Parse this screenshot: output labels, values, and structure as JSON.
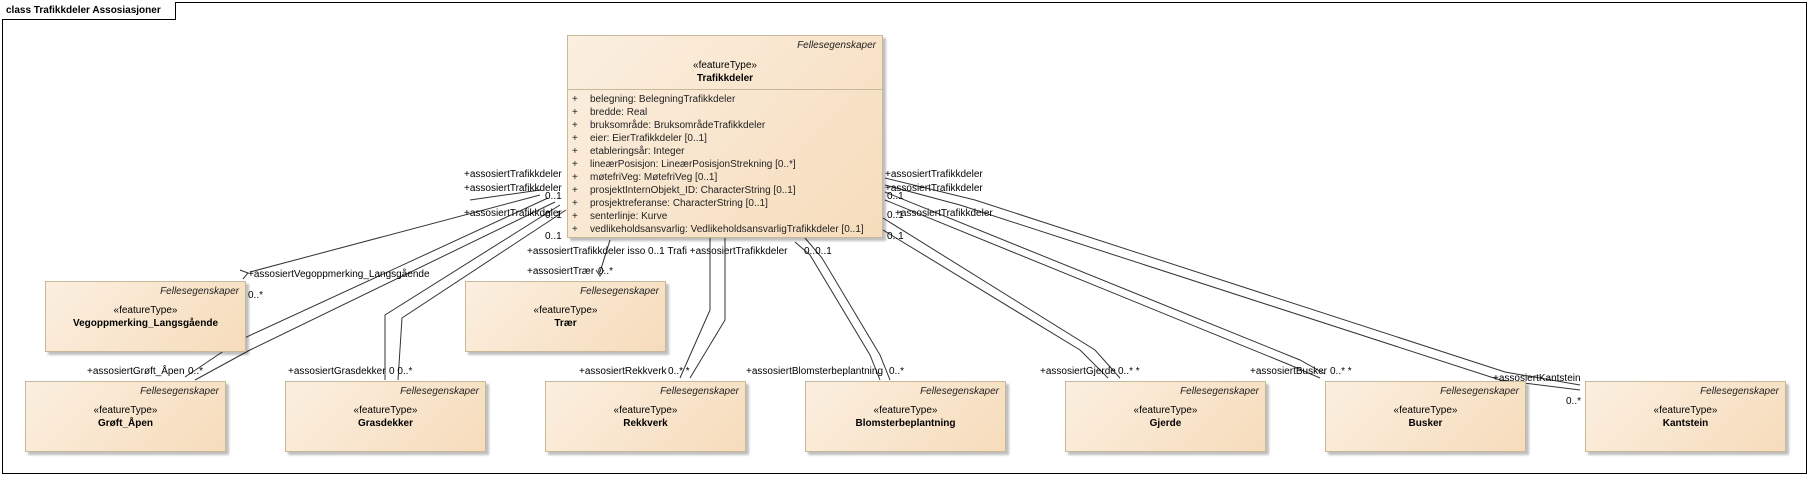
{
  "frame_title": "class Trafikkdeler Assosiasjoner",
  "package_label": "Fellesegenskaper",
  "stereotype": "«featureType»",
  "main_class": {
    "name": "Trafikkdeler",
    "attributes": [
      {
        "vis": "+",
        "text": "belegning: BelegningTrafikkdeler"
      },
      {
        "vis": "+",
        "text": "bredde: Real"
      },
      {
        "vis": "+",
        "text": "bruksområde: BruksområdeTrafikkdeler"
      },
      {
        "vis": "+",
        "text": "eier: EierTrafikkdeler [0..1]"
      },
      {
        "vis": "+",
        "text": "etableringsår: Integer"
      },
      {
        "vis": "+",
        "text": "lineærPosisjon: LineærPosisjonStrekning [0..*]"
      },
      {
        "vis": "+",
        "text": "møtefriVeg: MøtefriVeg [0..1]"
      },
      {
        "vis": "+",
        "text": "prosjektInternObjekt_ID: CharacterString [0..1]"
      },
      {
        "vis": "+",
        "text": "prosjektreferanse: CharacterString [0..1]"
      },
      {
        "vis": "+",
        "text": "senterlinje: Kurve"
      },
      {
        "vis": "+",
        "text": "vedlikeholdsansvarlig: VedlikeholdsansvarligTrafikkdeler [0..1]"
      }
    ]
  },
  "classes": {
    "vegoppmerking": "Vegoppmerking_Langsgående",
    "traer": "Trær",
    "groft": "Grøft_Åpen",
    "gras": "Grasdekker",
    "rekkverk": "Rekkverk",
    "blomster": "Blomsterbeplantning",
    "gjerde": "Gjerde",
    "busker": "Busker",
    "kantstein": "Kantstein"
  },
  "labels": {
    "l1": "+assosiertTrafikkdeler",
    "l2": "+assosiertTrafikkdeler",
    "l3": "+assosiertTrafikkdeler",
    "r1": "+assosiertTrafikkdeler",
    "r2": "+assosiertTrafikkdeler",
    "r3": "+assosiertTrafikkdeler",
    "m0_01": "0..1",
    "m0_01b": "0..1",
    "m0_01c": "0..1",
    "m0_01d": "0..1",
    "m0_01e": "0..1",
    "m0_01f": "0..1",
    "mid_row": "+assosiertTrafikkdeler isso 0..1 Trafi +assosiertTrafikkdeler",
    "mid_01": "0..0..1",
    "vego_role": "+assosiertVegoppmerking_Langsgående",
    "vego_mult": "0..*",
    "traer_role": "+assosiertTrær",
    "traer_mult": "0..*",
    "groft_role": "+assosiertGrøft_Åpen",
    "groft_mult": "0..*",
    "gras_role": "+assosiertGrasdekker",
    "gras_mult": "0 0..*",
    "rekk_role": "+assosiertRekkverk",
    "rekk_mult": "0..* *",
    "blom_role": "+assosiertBlomsterbeplantning",
    "blom_mult": "0..*",
    "gjerde_role": "+assosiertGjerde",
    "gjerde_mult": "0..* *",
    "busker_role": "+assosiertBusker",
    "busker_mult": "0..* *",
    "kant_role": "+assosiertKantstein",
    "kant_mult": "0..*"
  }
}
